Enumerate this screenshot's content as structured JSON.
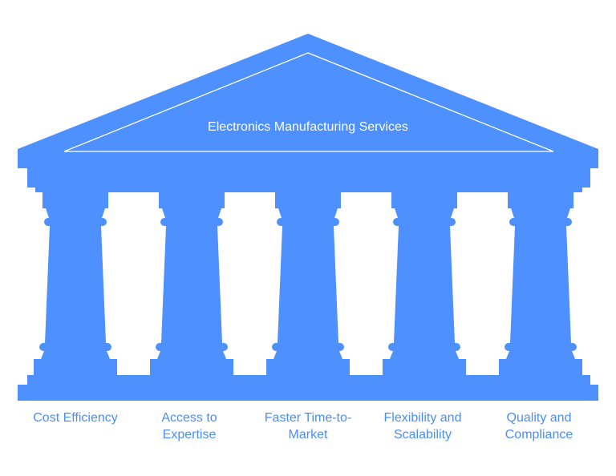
{
  "colors": {
    "temple_fill": "#4d90fe",
    "roof_outline": "#ffffff",
    "label_text": "#4a8ef9",
    "title_text": "#ffffff"
  },
  "title": "Electronics Manufacturing Services",
  "pillars": [
    {
      "line1": "Cost Efficiency",
      "line2": ""
    },
    {
      "line1": "Access to",
      "line2": "Expertise"
    },
    {
      "line1": "Faster Time-to-",
      "line2": "Market"
    },
    {
      "line1": "Flexibility and",
      "line2": "Scalability"
    },
    {
      "line1": "Quality and",
      "line2": "Compliance"
    }
  ]
}
